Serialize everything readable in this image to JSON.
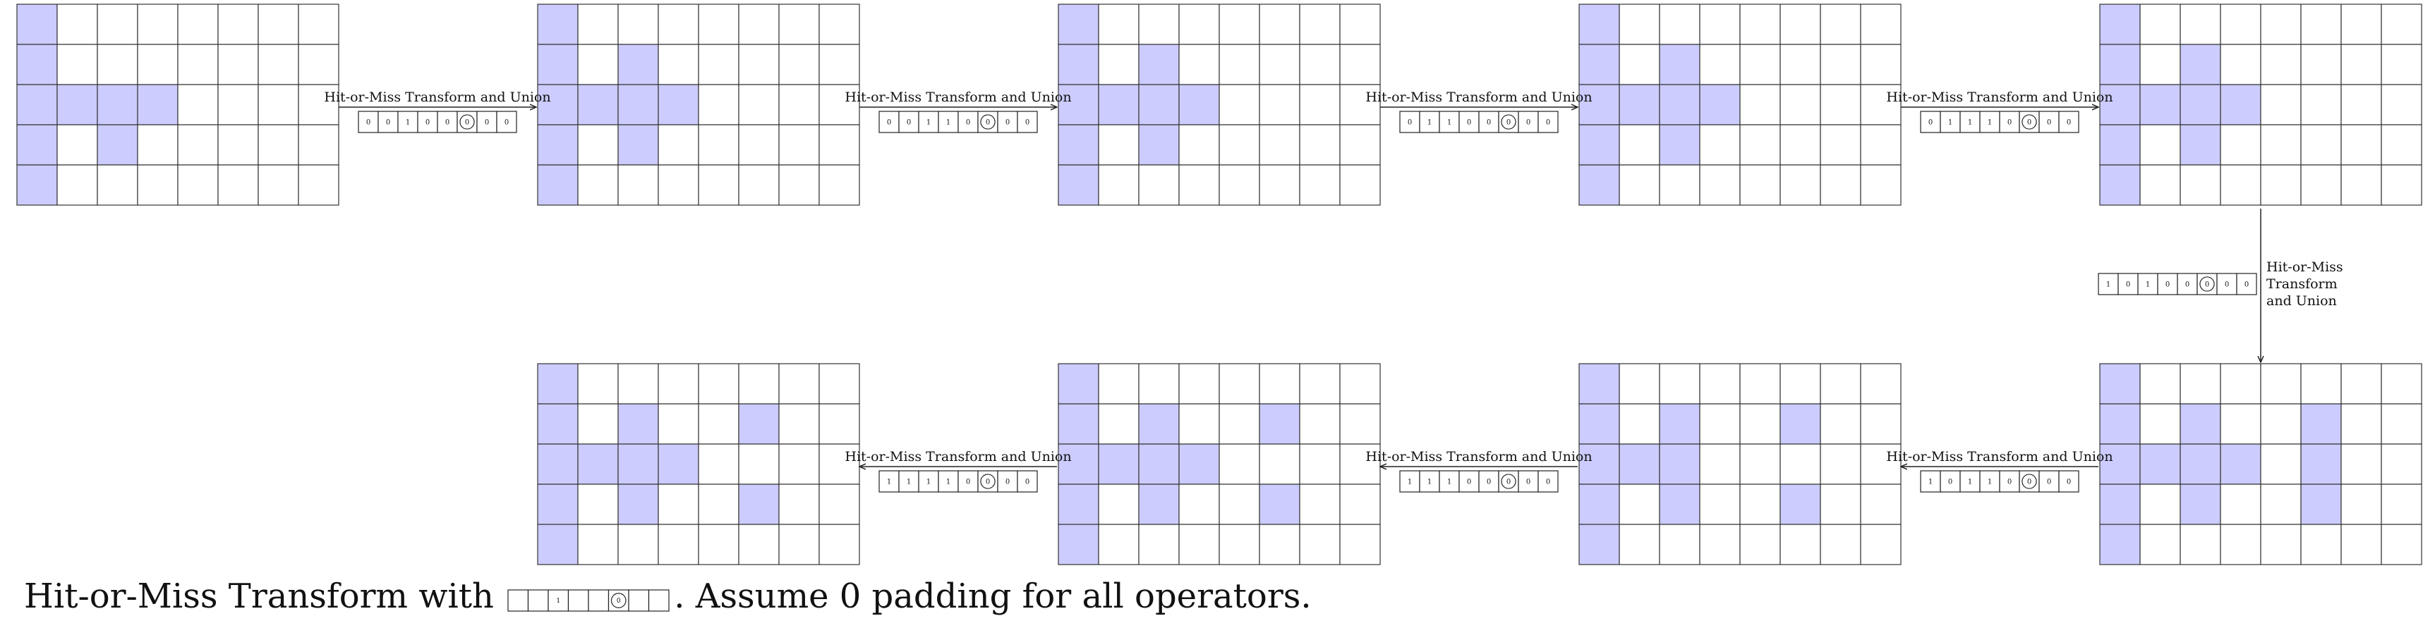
{
  "colors": {
    "filled": "#ccccff",
    "empty": "#ffffff",
    "grid_line": "#333333"
  },
  "operator_label": "Hit-or-Miss Transform and Union",
  "operator_label_vertical": [
    "Hit-or-Miss",
    "Transform",
    "and Union"
  ],
  "grids": [
    {
      "id": "g1",
      "rows": [
        [
          1,
          0,
          0,
          0,
          0,
          0,
          0,
          0
        ],
        [
          1,
          0,
          0,
          0,
          0,
          0,
          0,
          0
        ],
        [
          1,
          1,
          1,
          1,
          0,
          0,
          0,
          0
        ],
        [
          1,
          0,
          1,
          0,
          0,
          0,
          0,
          0
        ],
        [
          1,
          0,
          0,
          0,
          0,
          0,
          0,
          0
        ]
      ]
    },
    {
      "id": "g2",
      "rows": [
        [
          1,
          0,
          0,
          0,
          0,
          0,
          0,
          0
        ],
        [
          1,
          0,
          1,
          0,
          0,
          0,
          0,
          0
        ],
        [
          1,
          1,
          1,
          1,
          0,
          0,
          0,
          0
        ],
        [
          1,
          0,
          1,
          0,
          0,
          0,
          0,
          0
        ],
        [
          1,
          0,
          0,
          0,
          0,
          0,
          0,
          0
        ]
      ]
    },
    {
      "id": "g3",
      "rows": [
        [
          1,
          0,
          0,
          0,
          0,
          0,
          0,
          0
        ],
        [
          1,
          0,
          1,
          0,
          0,
          0,
          0,
          0
        ],
        [
          1,
          1,
          1,
          1,
          0,
          0,
          0,
          0
        ],
        [
          1,
          0,
          1,
          0,
          0,
          0,
          0,
          0
        ],
        [
          1,
          0,
          0,
          0,
          0,
          0,
          0,
          0
        ]
      ]
    },
    {
      "id": "g4",
      "rows": [
        [
          1,
          0,
          0,
          0,
          0,
          0,
          0,
          0
        ],
        [
          1,
          0,
          1,
          0,
          0,
          0,
          0,
          0
        ],
        [
          1,
          1,
          1,
          1,
          0,
          0,
          0,
          0
        ],
        [
          1,
          0,
          1,
          0,
          0,
          0,
          0,
          0
        ],
        [
          1,
          0,
          0,
          0,
          0,
          0,
          0,
          0
        ]
      ]
    },
    {
      "id": "g5",
      "rows": [
        [
          1,
          0,
          0,
          0,
          0,
          0,
          0,
          0
        ],
        [
          1,
          0,
          1,
          0,
          0,
          0,
          0,
          0
        ],
        [
          1,
          1,
          1,
          1,
          0,
          0,
          0,
          0
        ],
        [
          1,
          0,
          1,
          0,
          0,
          0,
          0,
          0
        ],
        [
          1,
          0,
          0,
          0,
          0,
          0,
          0,
          0
        ]
      ]
    },
    {
      "id": "g6",
      "rows": [
        [
          1,
          0,
          0,
          0,
          0,
          0,
          0,
          0
        ],
        [
          1,
          0,
          1,
          0,
          0,
          1,
          0,
          0
        ],
        [
          1,
          1,
          1,
          1,
          0,
          0,
          0,
          0
        ],
        [
          1,
          0,
          1,
          0,
          0,
          1,
          0,
          0
        ],
        [
          1,
          0,
          0,
          0,
          0,
          0,
          0,
          0
        ]
      ]
    },
    {
      "id": "g7",
      "rows": [
        [
          1,
          0,
          0,
          0,
          0,
          0,
          0,
          0
        ],
        [
          1,
          0,
          1,
          0,
          0,
          1,
          0,
          0
        ],
        [
          1,
          1,
          1,
          1,
          0,
          0,
          0,
          0
        ],
        [
          1,
          0,
          1,
          0,
          0,
          1,
          0,
          0
        ],
        [
          1,
          0,
          0,
          0,
          0,
          0,
          0,
          0
        ]
      ]
    },
    {
      "id": "g8",
      "rows": [
        [
          1,
          0,
          0,
          0,
          0,
          0,
          0,
          0
        ],
        [
          1,
          0,
          1,
          0,
          0,
          1,
          0,
          0
        ],
        [
          1,
          1,
          1,
          0,
          0,
          0,
          0,
          0
        ],
        [
          1,
          0,
          1,
          0,
          0,
          1,
          0,
          0
        ],
        [
          1,
          0,
          0,
          0,
          0,
          0,
          0,
          0
        ]
      ]
    },
    {
      "id": "g9",
      "rows": [
        [
          1,
          0,
          0,
          0,
          0,
          0,
          0,
          0
        ],
        [
          1,
          0,
          1,
          0,
          0,
          1,
          0,
          0
        ],
        [
          1,
          1,
          1,
          1,
          0,
          1,
          0,
          0
        ],
        [
          1,
          0,
          1,
          0,
          0,
          1,
          0,
          0
        ],
        [
          1,
          0,
          0,
          0,
          0,
          0,
          0,
          0
        ]
      ]
    }
  ],
  "kernels": [
    {
      "id": "k1",
      "cells": [
        "0",
        "0",
        "1",
        "0",
        "0",
        "⊙",
        "0",
        "0"
      ]
    },
    {
      "id": "k2",
      "cells": [
        "0",
        "0",
        "1",
        "1",
        "0",
        "⊙",
        "0",
        "0"
      ]
    },
    {
      "id": "k3",
      "cells": [
        "0",
        "1",
        "1",
        "0",
        "0",
        "⊙",
        "0",
        "0"
      ]
    },
    {
      "id": "k4",
      "cells": [
        "0",
        "1",
        "1",
        "1",
        "0",
        "⊙",
        "0",
        "0"
      ]
    },
    {
      "id": "k5",
      "cells": [
        "1",
        "0",
        "1",
        "0",
        "0",
        "⊙",
        "0",
        "0"
      ]
    },
    {
      "id": "k6",
      "cells": [
        "1",
        "0",
        "1",
        "1",
        "0",
        "⊙",
        "0",
        "0"
      ]
    },
    {
      "id": "k7",
      "cells": [
        "1",
        "1",
        "1",
        "0",
        "0",
        "⊙",
        "0",
        "0"
      ]
    },
    {
      "id": "k8",
      "cells": [
        "1",
        "1",
        "1",
        "1",
        "0",
        "⊙",
        "0",
        "0"
      ]
    }
  ],
  "caption": {
    "prefix": "Hit-or-Miss Transform with",
    "kernel_cells": [
      "",
      "",
      "1",
      "",
      "",
      "⊙",
      "",
      ""
    ],
    "suffix": ". Assume 0 padding for all operators."
  }
}
